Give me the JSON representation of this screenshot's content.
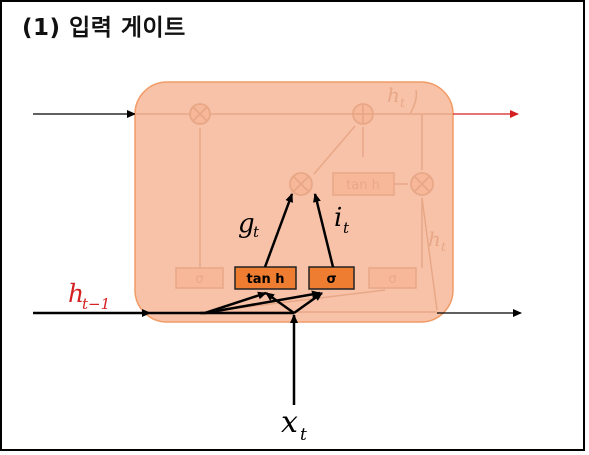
{
  "title": "(1) 입력 게이트",
  "labels": {
    "g": "g",
    "g_sub": "t",
    "i": "i",
    "i_sub": "t",
    "h_prev": "h",
    "h_prev_sub": "t−1",
    "x": "x",
    "x_sub": "t",
    "h_top": "h",
    "h_top_sub": "t",
    "h_right": "h",
    "h_right_sub": "t"
  },
  "gates": {
    "tanh_active": "tan h",
    "sigma_active": "σ",
    "sigma_forget": "σ",
    "sigma_output": "σ",
    "tanh_cell": "tan h"
  },
  "colors": {
    "cell_fill": "#f7b899",
    "cell_stroke": "#f08a4b",
    "gate_fill": "#ee7d31",
    "faded": "#e8a888",
    "red_line": "#d42020",
    "black": "#000000"
  }
}
